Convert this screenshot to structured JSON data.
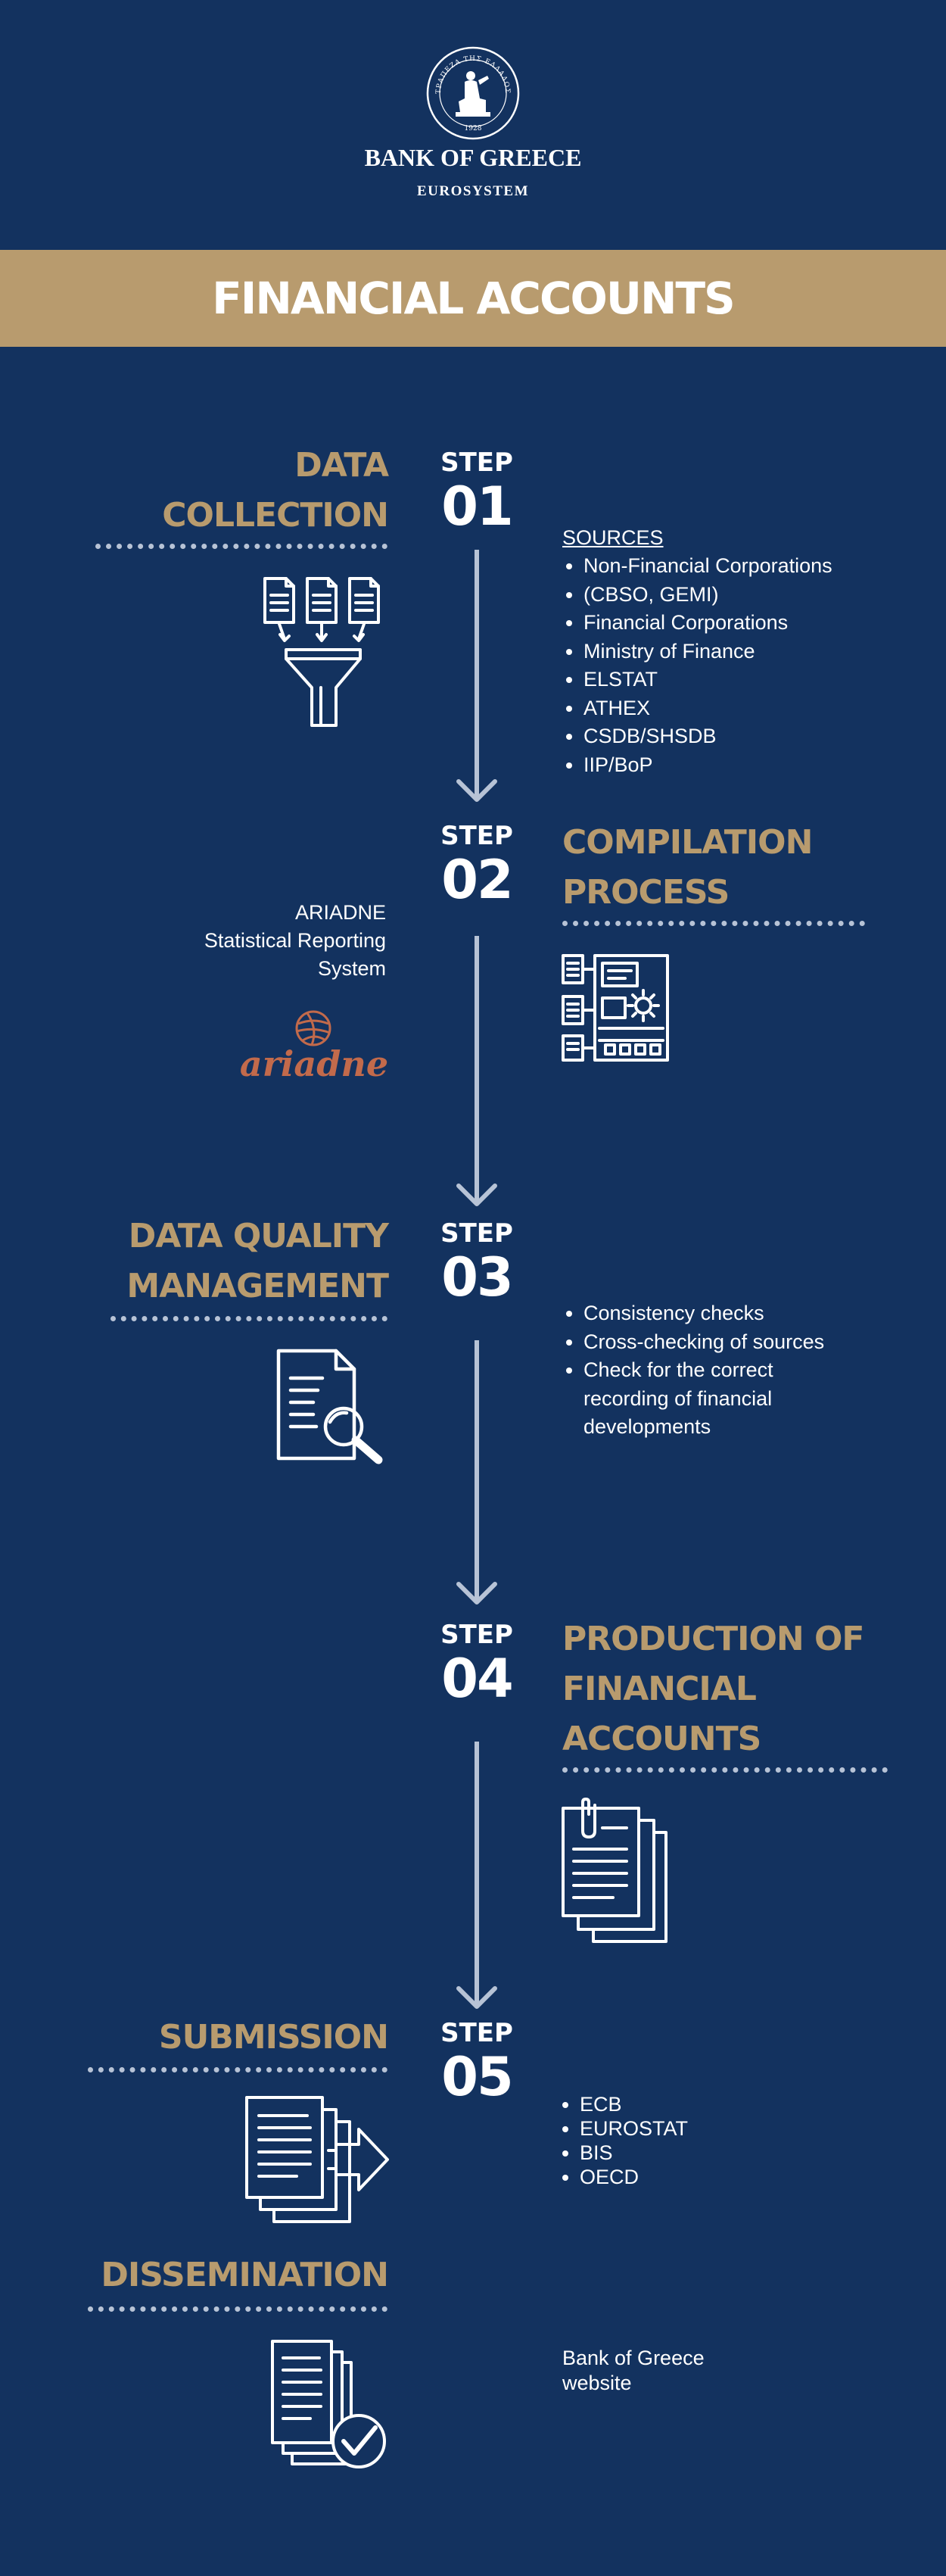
{
  "logo": {
    "seal_text_top": "ΤΡΑΠΕΖΑ ΤΗΣ ΕΛΛΑΔΟΣ",
    "seal_year": "1928",
    "name": "BANK OF GREECE",
    "sub": "EUROSYSTEM"
  },
  "banner": {
    "title": "FINANCIAL ACCOUNTS"
  },
  "step_label": "STEP",
  "steps": [
    {
      "number": "01",
      "heading": [
        "DATA",
        "COLLECTION"
      ],
      "sources_title": "SOURCES",
      "items": [
        "Non-Financial Corporations",
        "(CBSO, GEMI)",
        "Financial Corporations",
        "Ministry of Finance",
        "ELSTAT",
        "ATHEX",
        "CSDB/SHSDB",
        "IIP/BoP"
      ],
      "icon": "funnel-documents-icon"
    },
    {
      "number": "02",
      "heading": [
        "COMPILATION",
        "PROCESS"
      ],
      "side_text": [
        "ARIADNE",
        "Statistical Reporting",
        "System"
      ],
      "ariadne_logo": "ariadne",
      "icon": "process-gear-icon"
    },
    {
      "number": "03",
      "heading": [
        "DATA QUALITY",
        "MANAGEMENT"
      ],
      "items": [
        "Consistency checks",
        "Cross-checking of sources",
        "Check for the correct recording of financial developments"
      ],
      "icon": "document-search-icon"
    },
    {
      "number": "04",
      "heading": [
        "PRODUCTION OF",
        "FINANCIAL",
        "ACCOUNTS"
      ],
      "icon": "clipped-documents-icon"
    },
    {
      "number": "05",
      "heading": [
        "SUBMISSION"
      ],
      "items": [
        "ECB",
        "EUROSTAT",
        "BIS",
        "OECD"
      ],
      "icon": "documents-send-icon"
    }
  ],
  "dissemination": {
    "heading": "DISSEMINATION",
    "text": [
      "Bank of Greece",
      "website"
    ],
    "icon": "documents-check-icon"
  },
  "colors": {
    "background": "#13325f",
    "gold": "#b89b6e",
    "arrow": "#b7c3d6",
    "ariadne": "#c26a4b"
  }
}
